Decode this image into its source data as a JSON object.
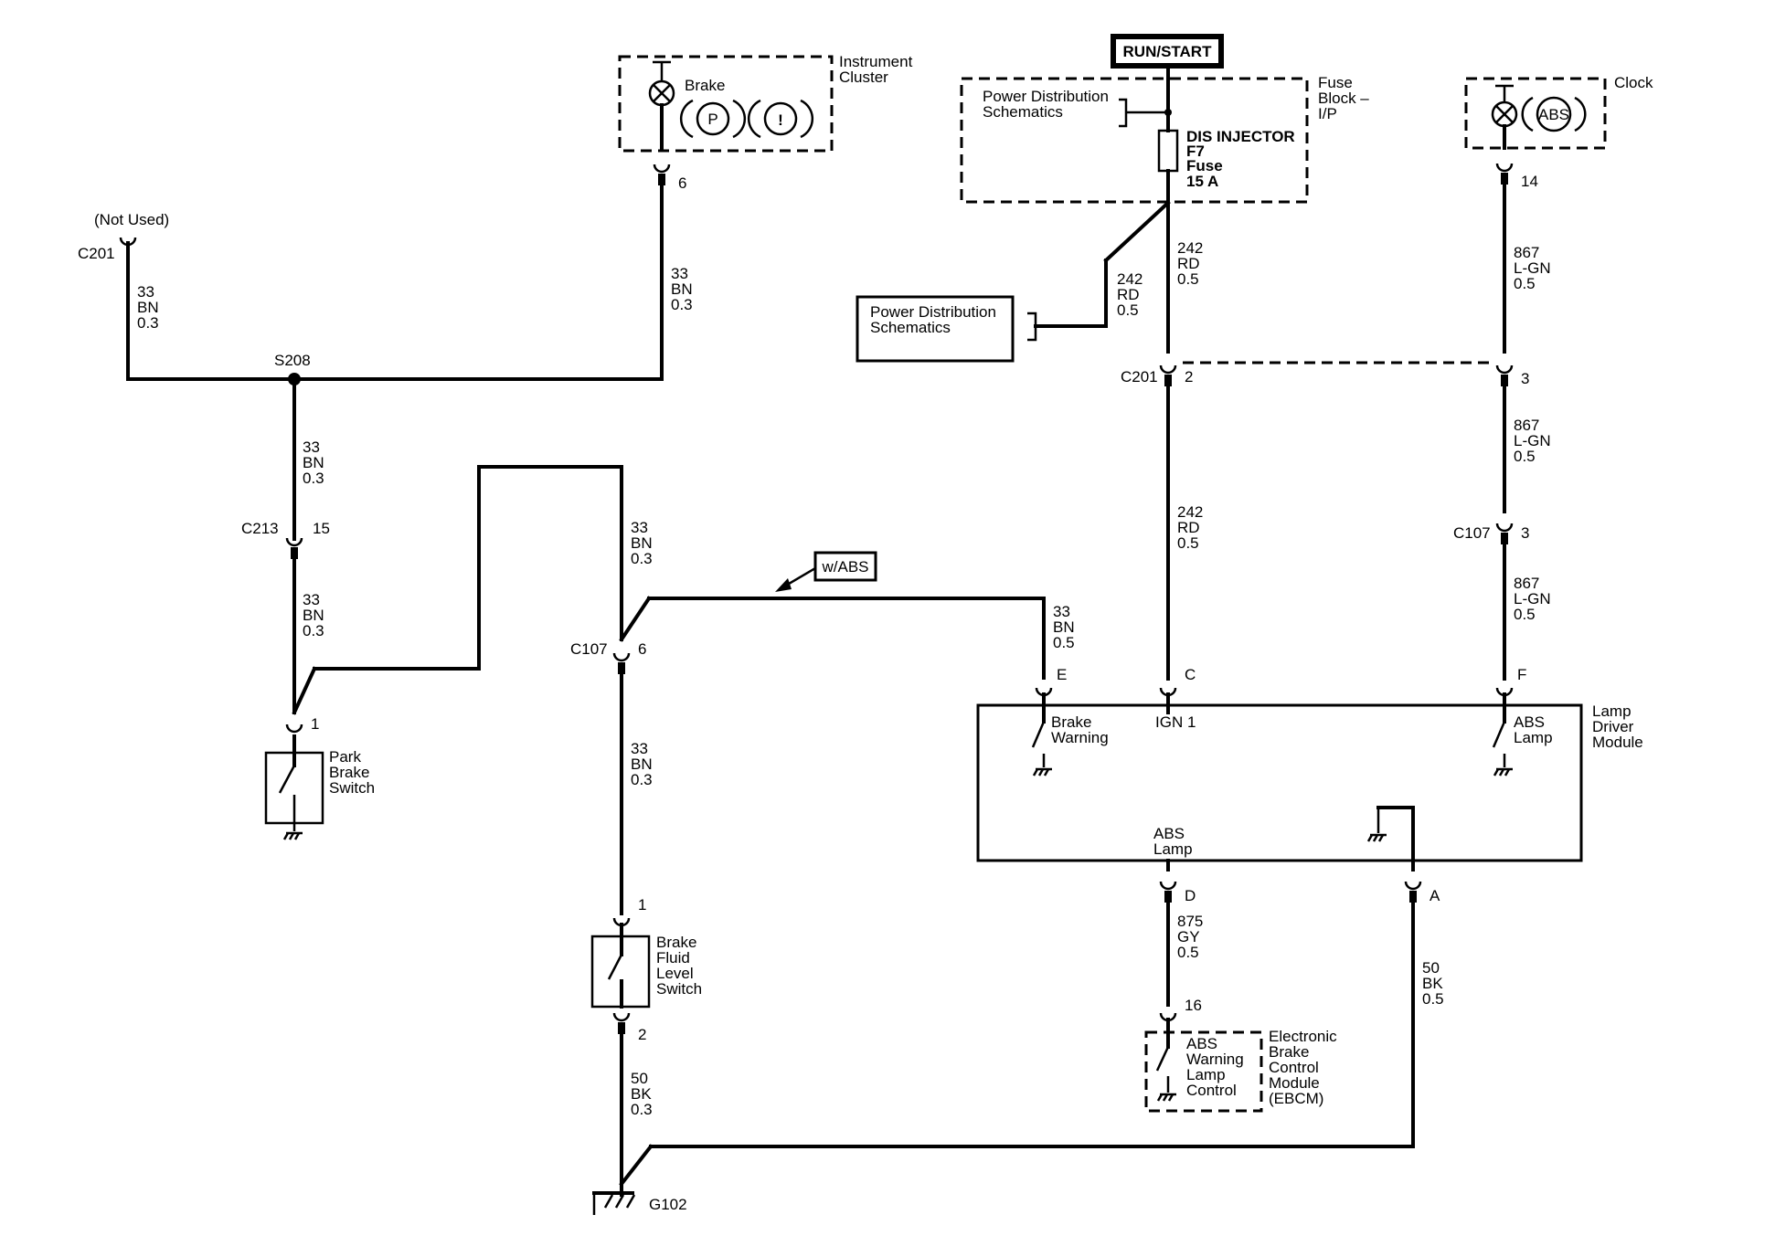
{
  "run_start": "RUN/START",
  "instrument_cluster": {
    "name_1": "Instrument",
    "name_2": "Cluster",
    "lamp": "Brake",
    "sym_p": "P",
    "sym_excl": "!",
    "pin": "6"
  },
  "fuse_block": {
    "name_1": "Fuse",
    "name_2": "Block –",
    "name_3": "I/P",
    "pds_1": "Power Distribution",
    "pds_2": "Schematics",
    "fuse_1": "DIS INJECTOR",
    "fuse_2": "F7",
    "fuse_3": "Fuse",
    "fuse_4": "15 A"
  },
  "clock": {
    "name": "Clock",
    "sym": "ABS",
    "pin": "14"
  },
  "pds_box": {
    "l1": "Power Distribution",
    "l2": "Schematics"
  },
  "not_used": "(Not Used)",
  "c201_left": "C201",
  "s208": "S208",
  "c213": {
    "name": "C213",
    "pin": "15"
  },
  "park_brake": {
    "pin": "1",
    "l1": "Park",
    "l2": "Brake",
    "l3": "Switch"
  },
  "c107_left": {
    "name": "C107",
    "pin": "6"
  },
  "with_abs": "w/ABS",
  "brake_fluid": {
    "pin_top": "1",
    "pin_bottom": "2",
    "l1": "Brake",
    "l2": "Fluid",
    "l3": "Level",
    "l4": "Switch"
  },
  "ground": "G102",
  "c201_mid": {
    "name": "C201",
    "pin_a": "2",
    "pin_b": "3"
  },
  "c107_right": {
    "name": "C107",
    "pin": "3"
  },
  "ldm": {
    "l1": "Lamp",
    "l2": "Driver",
    "l3": "Module",
    "pin_e": "E",
    "pin_c": "C",
    "pin_f": "F",
    "pin_d": "D",
    "pin_a": "A",
    "bw_1": "Brake",
    "bw_2": "Warning",
    "ign": "IGN 1",
    "abs_1": "ABS",
    "abs_2": "Lamp",
    "absl_1": "ABS",
    "absl_2": "Lamp"
  },
  "ebcm": {
    "pin": "16",
    "c1": "ABS",
    "c2": "Warning",
    "c3": "Lamp",
    "c4": "Control",
    "n1": "Electronic",
    "n2": "Brake",
    "n3": "Control",
    "n4": "Module",
    "n5": "(EBCM)"
  },
  "wires": {
    "w_notused": {
      "circuit": "33",
      "color": "BN",
      "size": "0.3"
    },
    "w_cluster": {
      "circuit": "33",
      "color": "BN",
      "size": "0.3"
    },
    "w_s208_c213": {
      "circuit": "33",
      "color": "BN",
      "size": "0.3"
    },
    "w_c213_park": {
      "circuit": "33",
      "color": "BN",
      "size": "0.3"
    },
    "w_to_c107": {
      "circuit": "33",
      "color": "BN",
      "size": "0.3"
    },
    "w_c107_fluid": {
      "circuit": "33",
      "color": "BN",
      "size": "0.3"
    },
    "w_fluid_gnd": {
      "circuit": "50",
      "color": "BK",
      "size": "0.3"
    },
    "w_to_ldm_e": {
      "circuit": "33",
      "color": "BN",
      "size": "0.5"
    },
    "w_fuse_branch": {
      "circuit": "242",
      "color": "RD",
      "size": "0.5"
    },
    "w_fuse_c201": {
      "circuit": "242",
      "color": "RD",
      "size": "0.5"
    },
    "w_c201_ldm": {
      "circuit": "242",
      "color": "RD",
      "size": "0.5"
    },
    "w_clock_c201": {
      "circuit": "867",
      "color": "L-GN",
      "size": "0.5"
    },
    "w_c201_c107": {
      "circuit": "867",
      "color": "L-GN",
      "size": "0.5"
    },
    "w_c107_ldm": {
      "circuit": "867",
      "color": "L-GN",
      "size": "0.5"
    },
    "w_ldm_ebcm": {
      "circuit": "875",
      "color": "GY",
      "size": "0.5"
    },
    "w_ldm_gnd": {
      "circuit": "50",
      "color": "BK",
      "size": "0.5"
    }
  }
}
